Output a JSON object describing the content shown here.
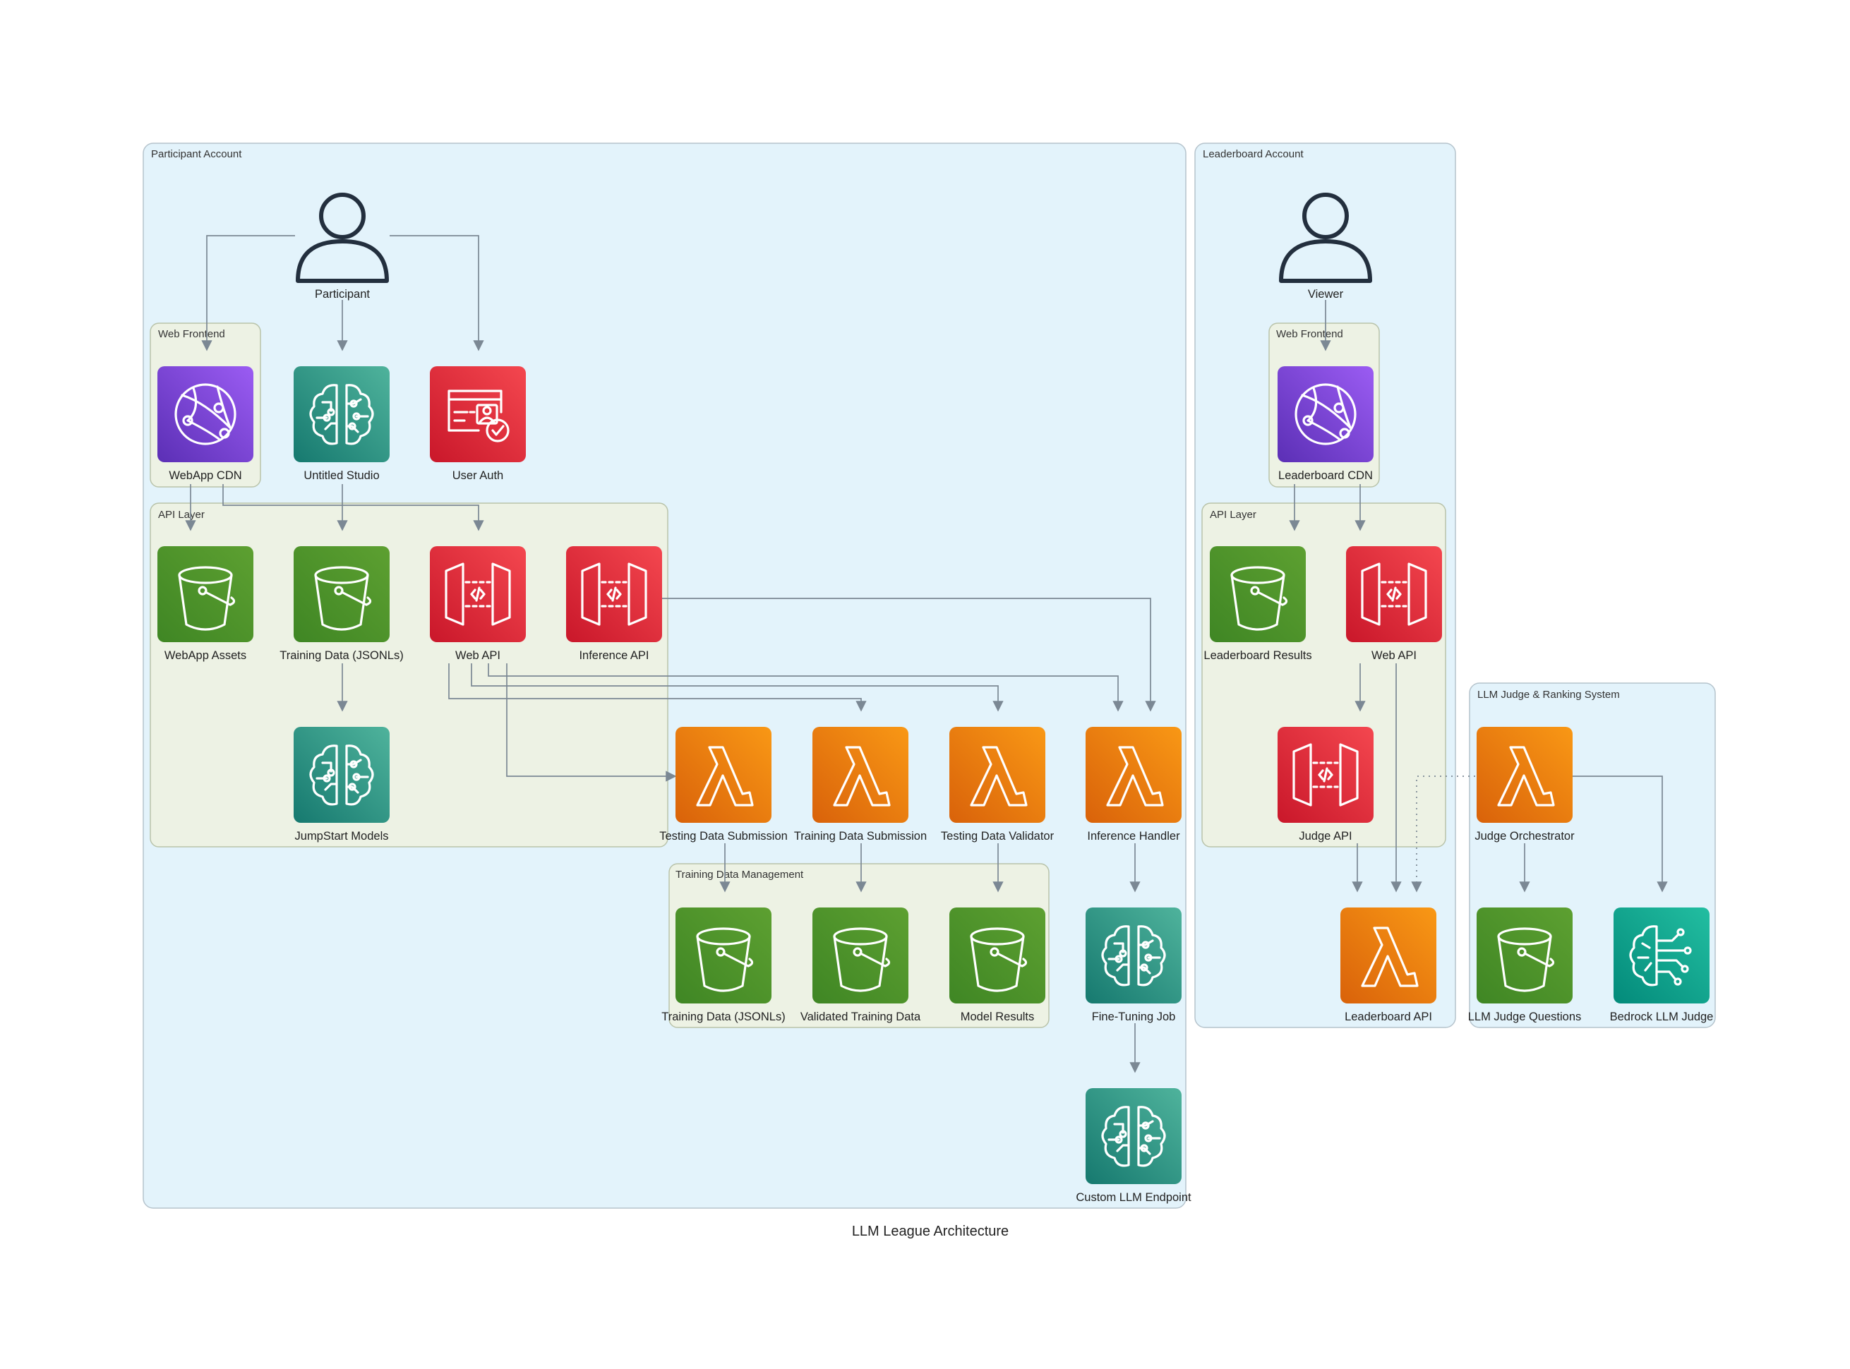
{
  "title": "LLM League Architecture",
  "colors": {
    "account_fill": "#e3f3fb",
    "account_stroke": "#b5c3cc",
    "group_fill": "#edf2e4",
    "group_stroke": "#b9c3aa",
    "edge": "#7b8894",
    "s3": [
      "#3f8624",
      "#5da031"
    ],
    "sagemaker": [
      "#16796f",
      "#4fb39c"
    ],
    "security": [
      "#d21f2a",
      "#f5464f"
    ],
    "api_gateway": [
      "#d21f2a",
      "#f5464f"
    ],
    "lambda": [
      "#e06506",
      "#f99514"
    ],
    "cdn": [
      "#5a33b9",
      "#9559ef"
    ],
    "bedrock": [
      "#028c7d",
      "#1dbb9e"
    ]
  },
  "clusters": {
    "participant_account": "Participant Account",
    "leaderboard_account": "Leaderboard Account",
    "llm_judge_system": "LLM Judge & Ranking System",
    "p_web_frontend": "Web Frontend",
    "p_api_layer": "API Layer",
    "training_data_mgmt": "Training Data Management",
    "l_web_frontend": "Web Frontend",
    "l_api_layer": "API Layer"
  },
  "nodes": {
    "participant": {
      "label": "Participant",
      "icon": "user-icon"
    },
    "viewer": {
      "label": "Viewer",
      "icon": "user-icon"
    },
    "webapp_cdn": {
      "label": "WebApp CDN",
      "icon": "cloudfront-icon"
    },
    "untitled_studio": {
      "label": "Untitled Studio",
      "icon": "sagemaker-brain-icon"
    },
    "user_auth": {
      "label": "User Auth",
      "icon": "cognito-auth-icon"
    },
    "webapp_assets": {
      "label": "WebApp Assets",
      "icon": "s3-bucket-icon"
    },
    "training_data_jsonl_1": {
      "label": "Training Data (JSONLs)",
      "icon": "s3-bucket-icon"
    },
    "web_api_p": {
      "label": "Web API",
      "icon": "api-gateway-icon"
    },
    "inference_api": {
      "label": "Inference API",
      "icon": "api-gateway-icon"
    },
    "jumpstart_models": {
      "label": "JumpStart Models",
      "icon": "sagemaker-brain-icon"
    },
    "testing_data_submission": {
      "label": "Testing Data Submission",
      "icon": "lambda-icon"
    },
    "training_data_submission": {
      "label": "Training Data Submission",
      "icon": "lambda-icon"
    },
    "testing_data_validator": {
      "label": "Testing Data Validator",
      "icon": "lambda-icon"
    },
    "inference_handler": {
      "label": "Inference Handler",
      "icon": "lambda-icon"
    },
    "training_data_jsonl_2": {
      "label": "Training Data (JSONLs)",
      "icon": "s3-bucket-icon"
    },
    "validated_training_data": {
      "label": "Validated Training Data",
      "icon": "s3-bucket-icon"
    },
    "model_results": {
      "label": "Model Results",
      "icon": "s3-bucket-icon"
    },
    "fine_tuning_job": {
      "label": "Fine-Tuning Job",
      "icon": "sagemaker-brain-icon"
    },
    "custom_llm_endpoint": {
      "label": "Custom LLM Endpoint",
      "icon": "sagemaker-brain-icon"
    },
    "leaderboard_cdn": {
      "label": "Leaderboard CDN",
      "icon": "cloudfront-icon"
    },
    "leaderboard_results": {
      "label": "Leaderboard Results",
      "icon": "s3-bucket-icon"
    },
    "web_api_l": {
      "label": "Web API",
      "icon": "api-gateway-icon"
    },
    "judge_api": {
      "label": "Judge API",
      "icon": "api-gateway-icon"
    },
    "leaderboard_api": {
      "label": "Leaderboard API",
      "icon": "lambda-icon"
    },
    "judge_orchestrator": {
      "label": "Judge Orchestrator",
      "icon": "lambda-icon"
    },
    "llm_judge_questions": {
      "label": "LLM Judge Questions",
      "icon": "s3-bucket-icon"
    },
    "bedrock_llm_judge": {
      "label": "Bedrock LLM Judge",
      "icon": "bedrock-icon"
    }
  }
}
